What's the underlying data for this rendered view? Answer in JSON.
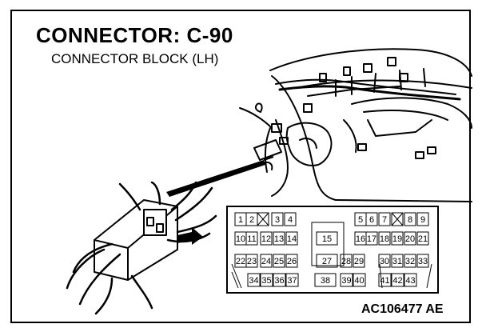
{
  "title": "CONNECTOR: C-90",
  "subtitle": "CONNECTOR BLOCK (LH)",
  "figure_code": "AC106477 AE",
  "pinout": {
    "row1": [
      "1",
      "2",
      "",
      "3",
      "4",
      "5",
      "6",
      "7",
      "",
      "8",
      "9"
    ],
    "row2": [
      "10",
      "11",
      "12",
      "13",
      "14",
      "15",
      "16",
      "17",
      "18",
      "19",
      "20",
      "21"
    ],
    "row3": [
      "22",
      "23",
      "24",
      "25",
      "26",
      "27",
      "28",
      "29",
      "30",
      "31",
      "32",
      "33"
    ],
    "row4": [
      "34",
      "35",
      "36",
      "37",
      "38",
      "39",
      "40",
      "41",
      "42",
      "43"
    ]
  }
}
